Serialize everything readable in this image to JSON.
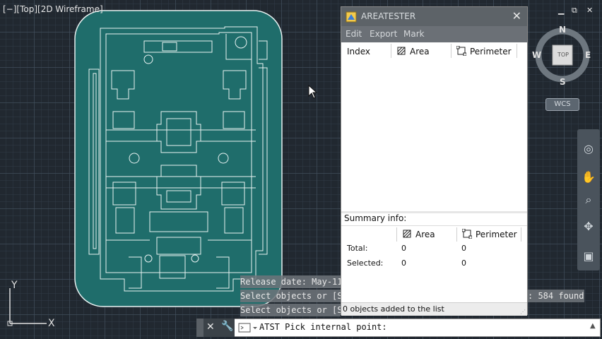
{
  "viewport": {
    "label": "[−][Top][2D Wireframe]"
  },
  "window_controls": {
    "minimize": "▁",
    "restore": "⧉",
    "close": "✕"
  },
  "viewcube": {
    "north": "N",
    "south": "S",
    "east": "E",
    "west": "W",
    "face": "TOP"
  },
  "wcs": {
    "label": "WCS"
  },
  "navbar": {
    "icons": [
      "steering-wheel",
      "pan",
      "zoom",
      "orbit",
      "showmotion"
    ]
  },
  "ucs": {
    "x_label": "X",
    "y_label": "Y"
  },
  "palette": {
    "title": "AREATESTER",
    "menu": [
      "Edit",
      "Export",
      "Mark"
    ],
    "columns": [
      "Index",
      "Area",
      "Perimeter"
    ],
    "summary_label": "Summary info:",
    "summary_columns": [
      "Area",
      "Perimeter"
    ],
    "rows": [
      {
        "label": "Total:",
        "area": "0",
        "perimeter": "0"
      },
      {
        "label": "Selected:",
        "area": "0",
        "perimeter": "0"
      }
    ],
    "status": "0 objects added to the list"
  },
  "command_history": {
    "line1": "Release date: May-11",
    "line2": "Select objects or [S",
    "line2_tail": ": 584 found",
    "line3": "Select objects or [S"
  },
  "command_line": {
    "prompt": "ATST Pick internal point:"
  },
  "colors": {
    "accent_fill": "#1f6d6b",
    "canvas_bg": "#212830",
    "titlebar": "#5d6368"
  }
}
